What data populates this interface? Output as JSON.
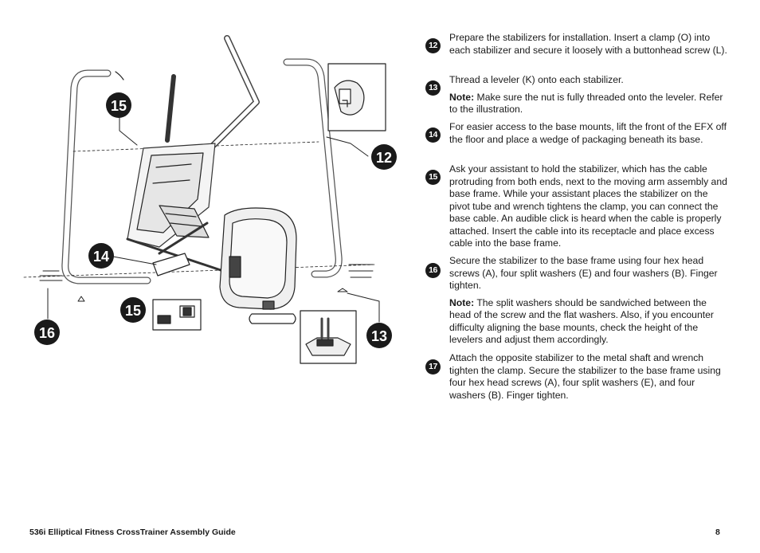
{
  "illustration": {
    "callouts": [
      "15",
      "12",
      "14",
      "15",
      "16",
      "13"
    ]
  },
  "steps": [
    {
      "number": "12",
      "text": "Prepare the stabilizers for installation. Insert a clamp (O) into each stabilizer and secure it loosely with a buttonhead screw (L)."
    },
    {
      "number": "13",
      "text": "Thread a leveler (K) onto each stabilizer.",
      "note_label": "Note:",
      "note_text": " Make sure the nut is fully threaded onto the leveler. Refer to the illustration."
    },
    {
      "number": "14",
      "text": "For easier access to the base mounts, lift the front of the EFX off the floor and place a wedge of packaging beneath its base."
    },
    {
      "number": "15",
      "text": "Ask your assistant to hold the stabilizer, which has the cable protruding from both ends, next to the moving arm assembly and base frame. While your assistant places the stabilizer on the pivot tube and wrench tightens the clamp, you can connect the base cable. An audible click is heard when the cable is properly attached. Insert the cable into its receptacle and place excess cable into the base frame."
    },
    {
      "number": "16",
      "text": "Secure the stabilizer to the base frame using four hex head screws (A), four split washers (E) and four washers (B). Finger tighten.",
      "note_label": "Note:",
      "note_text": " The split washers should be sandwiched between the head of the screw and the flat washers. Also, if you encounter difficulty aligning the base mounts, check the height of the levelers and adjust them accordingly."
    },
    {
      "number": "17",
      "text": "Attach the opposite stabilizer to the metal shaft and wrench tighten the clamp. Secure the stabilizer to the base frame using four hex head screws (A), four split washers (E), and four washers (B). Finger tighten."
    }
  ],
  "footer": {
    "title": "536i Elliptical Fitness CrossTrainer Assembly Guide",
    "page": "8"
  }
}
